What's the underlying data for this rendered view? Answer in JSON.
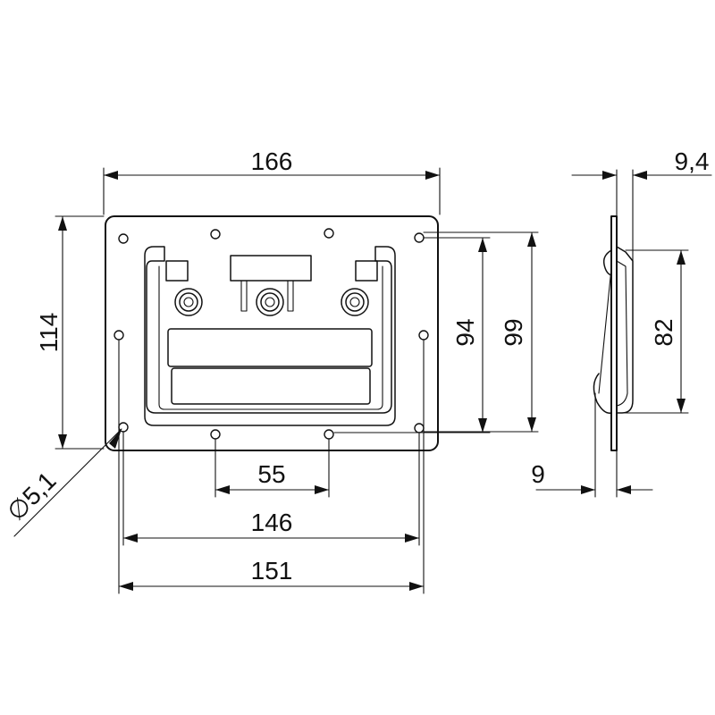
{
  "dimensions": {
    "overall_width": "166",
    "hole_spacing_inner": "146",
    "hole_spacing_outer": "151",
    "center_hole_spacing": "55",
    "overall_height": "114",
    "hole_spacing_94": "94",
    "hole_spacing_99": "99",
    "hole_diameter": "∅5,1",
    "side_thickness": "9,4",
    "side_height": "82",
    "side_depth": "9"
  }
}
